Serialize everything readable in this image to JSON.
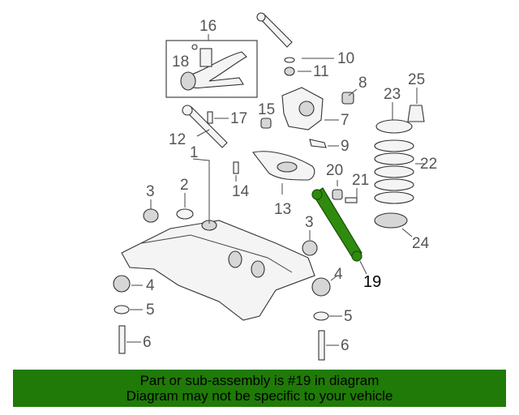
{
  "diagram": {
    "highlight": "19",
    "highlight_color": "#2e8b0e",
    "callouts": [
      {
        "id": "c16",
        "text": "16"
      },
      {
        "id": "c18",
        "text": "18"
      },
      {
        "id": "c10",
        "text": "10"
      },
      {
        "id": "c11",
        "text": "11"
      },
      {
        "id": "c8",
        "text": "8"
      },
      {
        "id": "c7",
        "text": "7"
      },
      {
        "id": "c9",
        "text": "9"
      },
      {
        "id": "c15",
        "text": "15"
      },
      {
        "id": "c17",
        "text": "17"
      },
      {
        "id": "c12",
        "text": "12"
      },
      {
        "id": "c1",
        "text": "1"
      },
      {
        "id": "c2",
        "text": "2"
      },
      {
        "id": "c3a",
        "text": "3"
      },
      {
        "id": "c14",
        "text": "14"
      },
      {
        "id": "c13",
        "text": "13"
      },
      {
        "id": "c20",
        "text": "20"
      },
      {
        "id": "c21",
        "text": "21"
      },
      {
        "id": "c3b",
        "text": "3"
      },
      {
        "id": "c19",
        "text": "19"
      },
      {
        "id": "c23",
        "text": "23"
      },
      {
        "id": "c25",
        "text": "25"
      },
      {
        "id": "c22",
        "text": "22"
      },
      {
        "id": "c24",
        "text": "24"
      },
      {
        "id": "c4a",
        "text": "4"
      },
      {
        "id": "c5a",
        "text": "5"
      },
      {
        "id": "c6a",
        "text": "6"
      },
      {
        "id": "c4b",
        "text": "4"
      },
      {
        "id": "c5b",
        "text": "5"
      },
      {
        "id": "c6b",
        "text": "6"
      }
    ]
  },
  "banner": {
    "line1": "Part or sub-assembly is #19 in diagram",
    "line2": "Diagram may not be specific to your vehicle",
    "color": "#1f7a07"
  }
}
